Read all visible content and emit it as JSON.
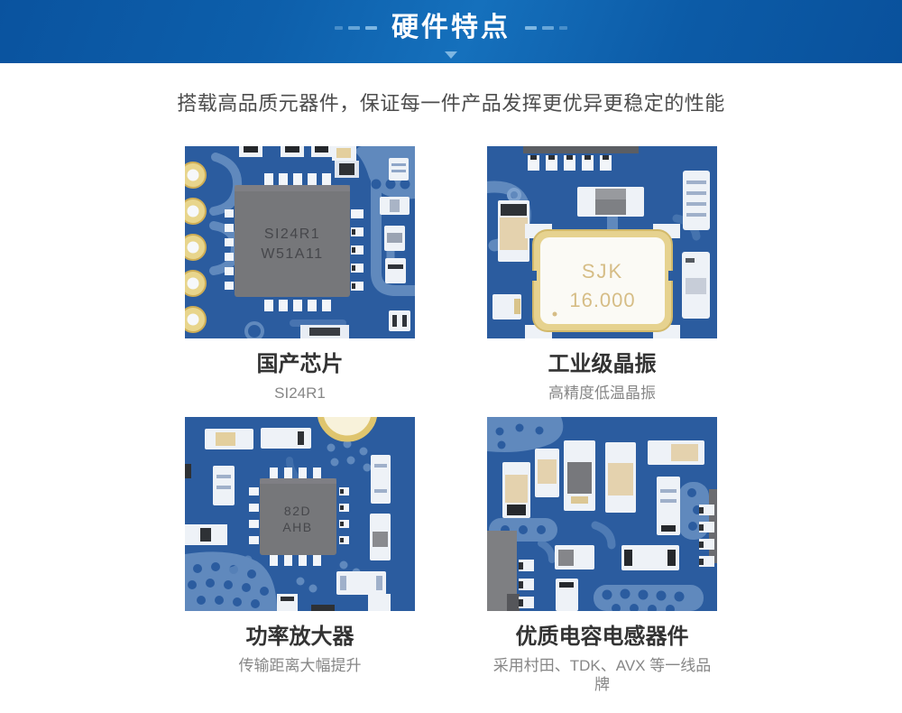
{
  "banner": {
    "title": "硬件特点"
  },
  "intro": {
    "text": "搭载高品质元器件，保证每一件产品发挥更优异更稳定的性能"
  },
  "features": [
    {
      "title": "国产芯片",
      "subtitle": "SI24R1",
      "photo": {
        "alt": "pcb-closeup-domestic-chip",
        "chip_line1": "SI24R1",
        "chip_line2": "W51A11"
      }
    },
    {
      "title": "工业级晶振",
      "subtitle": "高精度低温晶振",
      "photo": {
        "alt": "pcb-closeup-crystal-oscillator",
        "chip_line1": "SJK",
        "chip_line2": "16.000"
      }
    },
    {
      "title": "功率放大器",
      "subtitle": "传输距离大幅提升",
      "photo": {
        "alt": "pcb-closeup-power-amplifier",
        "chip_line1": "82D",
        "chip_line2": "AHB"
      }
    },
    {
      "title": "优质电容电感器件",
      "subtitle": "采用村田、TDK、AVX 等一线品牌",
      "photo": {
        "alt": "pcb-closeup-capacitors-inductors"
      }
    }
  ],
  "colors": {
    "banner_blue": "#0c5ba7",
    "banner_highlight": "#1570bc",
    "banner_accent": "#7db6e2",
    "pcb_blue": "#2b5c9f",
    "pcb_trace_light": "#6089bd",
    "component_white": "#eef2f7",
    "chip_gray": "#76777a",
    "chip_text_gray": "#46474b",
    "gold": "#e6d28f",
    "ceramic_tan": "#e4d2ae",
    "caption_title": "#333333",
    "caption_subtitle": "#878787"
  }
}
